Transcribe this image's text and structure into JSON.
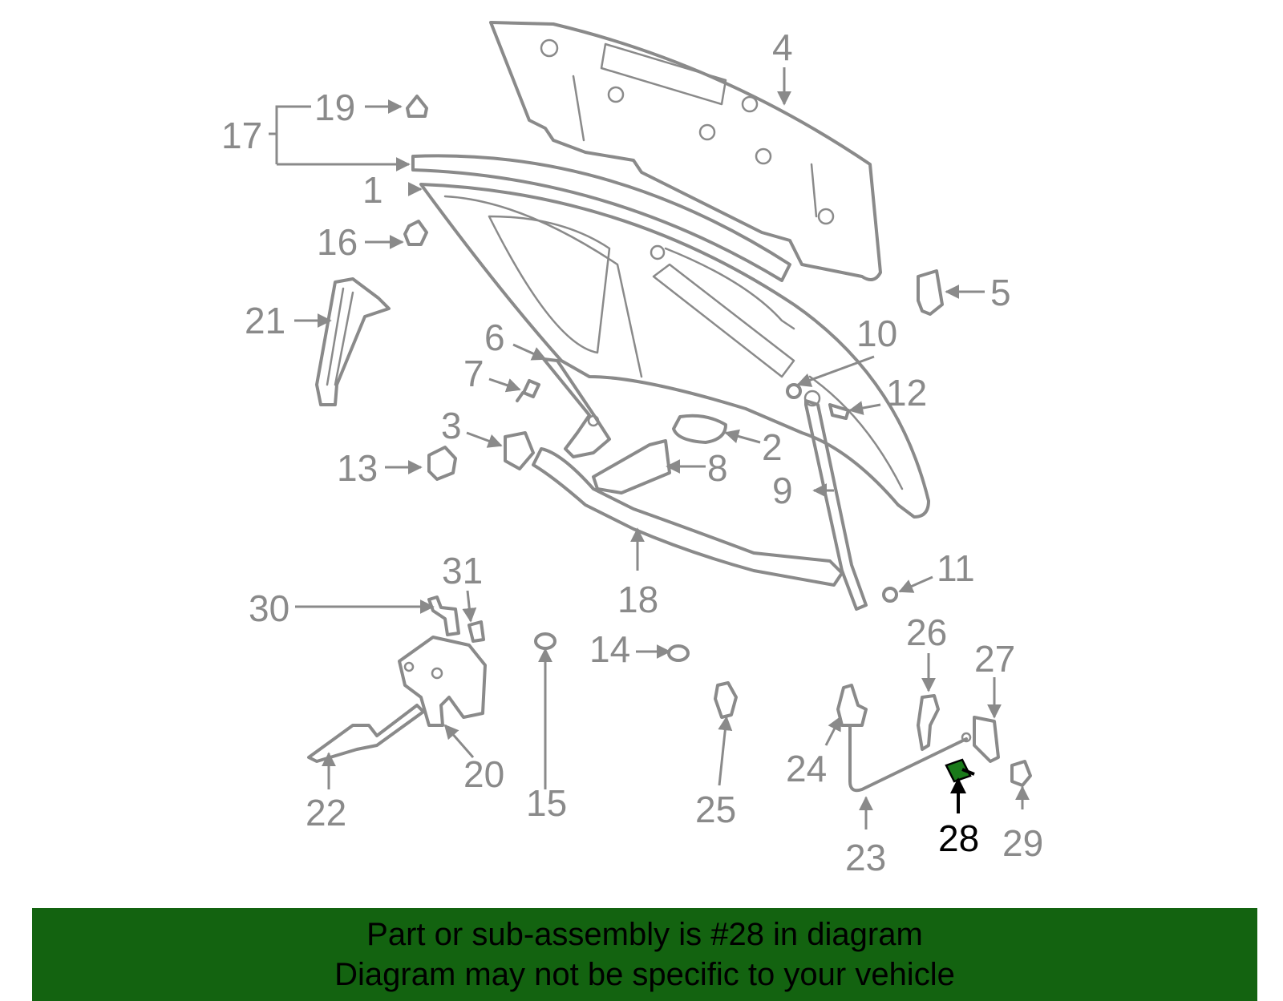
{
  "diagram": {
    "highlight_part": "28",
    "colors": {
      "part_stroke": "#8a8a8a",
      "highlight": "#000000",
      "highlight_part_fill": "#1a7a1a",
      "banner_bg": "#136310"
    },
    "labels": {
      "l1": "1",
      "l2": "2",
      "l3": "3",
      "l4": "4",
      "l5": "5",
      "l6": "6",
      "l7": "7",
      "l8": "8",
      "l9": "9",
      "l10": "10",
      "l11": "11",
      "l12": "12",
      "l13": "13",
      "l14": "14",
      "l15": "15",
      "l16": "16",
      "l17": "17",
      "l18": "18",
      "l19": "19",
      "l20": "20",
      "l21": "21",
      "l22": "22",
      "l23": "23",
      "l24": "24",
      "l25": "25",
      "l26": "26",
      "l27": "27",
      "l28": "28",
      "l29": "29",
      "l30": "30",
      "l31": "31"
    }
  },
  "banner": {
    "line1": "Part or sub-assembly is #28 in diagram",
    "line2": "Diagram may not be specific to your vehicle"
  }
}
